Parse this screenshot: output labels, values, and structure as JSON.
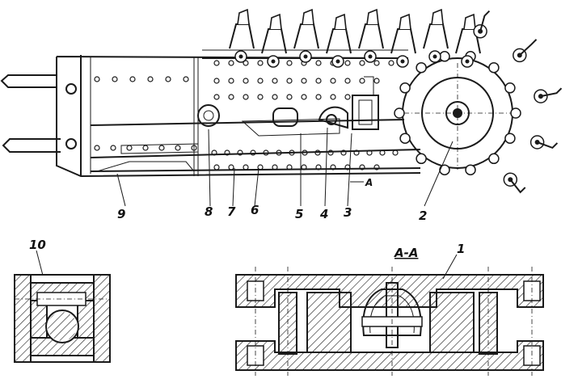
{
  "labels": {
    "n1": "1",
    "n2": "2",
    "n3": "3",
    "n4": "4",
    "n5": "5",
    "n6": "6",
    "n7": "7",
    "n8": "8",
    "n9": "9",
    "n10": "10",
    "section_marker": "A",
    "section_title": "A-A"
  }
}
